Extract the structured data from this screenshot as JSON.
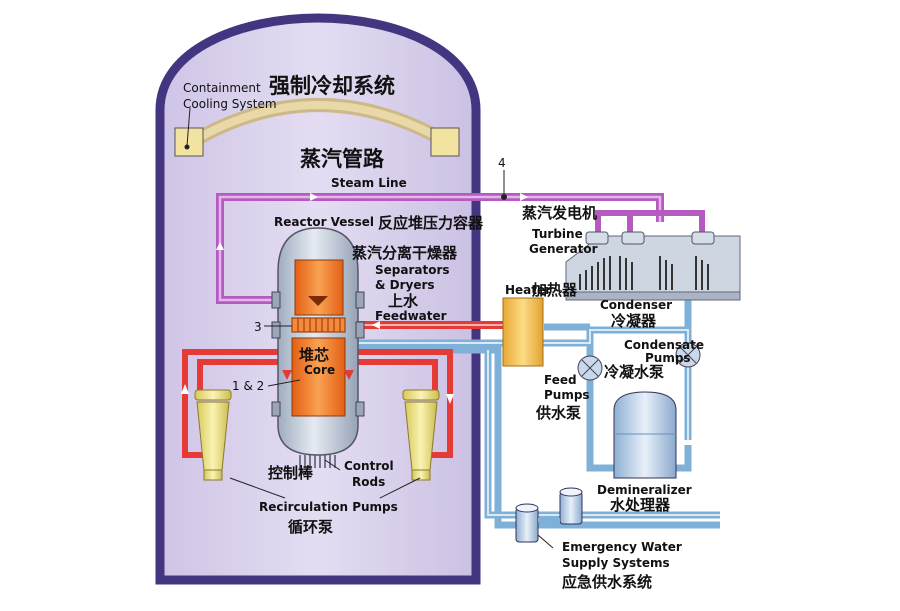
{
  "labels": {
    "containment_cooling_en_1": "Containment",
    "containment_cooling_en_2": "Cooling System",
    "containment_cooling_zh": "强制冷却系统",
    "steam_line_zh": "蒸汽管路",
    "steam_line_en": "Steam Line",
    "point_4": "4",
    "reactor_vessel_en": "Reactor Vessel",
    "reactor_vessel_zh": "反应堆压力容器",
    "separators_zh": "蒸汽分离干燥器",
    "separators_en_1": "Separators",
    "separators_en_2": "& Dryers",
    "feedwater_zh": "上水",
    "feedwater_en": "Feedwater",
    "point_3": "3",
    "core_zh": "堆芯",
    "core_en": "Core",
    "point_1_2": "1 & 2",
    "control_rods_zh": "控制棒",
    "control_rods_en_1": "Control",
    "control_rods_en_2": "Rods",
    "recirculation_en": "Recirculation Pumps",
    "recirculation_zh": "循环泵",
    "turbine_zh": "蒸汽发电机",
    "turbine_en_1": "Turbine",
    "turbine_en_2": "Generator",
    "heater_en": "Heater",
    "heater_zh": "加热器",
    "condenser_en": "Condenser",
    "condenser_zh": "冷凝器",
    "condensate_en_1": "Condensate",
    "condensate_en_2": "Pumps",
    "condensate_zh": "冷凝水泵",
    "feed_pumps_en_1": "Feed",
    "feed_pumps_en_2": "Pumps",
    "feed_pumps_zh": "供水泵",
    "demineralizer_en": "Demineralizer",
    "demineralizer_zh": "水处理器",
    "emergency_en_1": "Emergency Water",
    "emergency_en_2": "Supply Systems",
    "emergency_zh": "应急供水系统"
  },
  "colors": {
    "containment_outline": "#4a3a86",
    "containment_fill": "#d6cdea",
    "steam_pipe": "#b55bc0",
    "hot_water_pipe": "#e53a35",
    "cold_water_pipe": "#7fb0d8",
    "core": "#f47a2a",
    "vessel": "#c9d3e0",
    "pump_yellow": "#efe38a",
    "heater": "#f3c24a"
  }
}
